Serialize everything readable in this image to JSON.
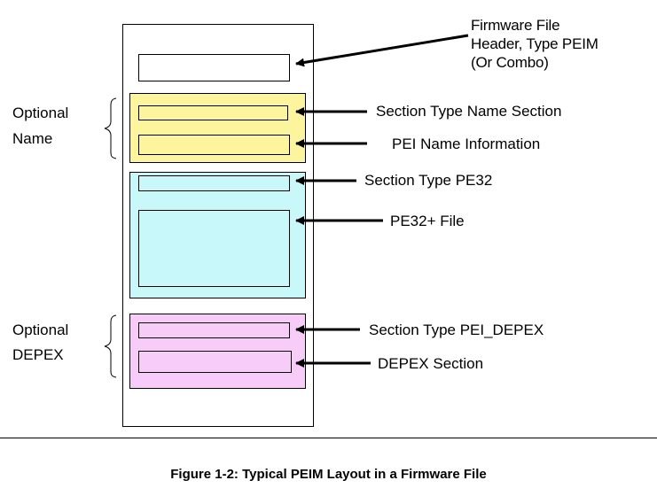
{
  "diagram": {
    "header_label_lines": [
      "Firmware File",
      "Header, Type PEIM",
      "(Or Combo)"
    ],
    "section_type_name_label": "Section Type Name Section",
    "pei_name_information_label": "PEI Name Information",
    "section_type_pe32_label": "Section Type PE32",
    "pe32_file_label": "PE32+ File",
    "section_type_pei_depex_label": "Section Type PEI_DEPEX",
    "depex_section_label": "DEPEX Section",
    "optional_name_lines": [
      "Optional",
      "Name"
    ],
    "optional_depex_lines": [
      "Optional",
      "DEPEX"
    ]
  },
  "colors": {
    "name_block": "#fdf59e",
    "pe32_block": "#c8f8fa",
    "depex_block": "#f8ccf8",
    "outline": "#000000",
    "background": "#ffffff"
  },
  "caption": "Figure 1-2: Typical PEIM Layout in a Firmware File"
}
